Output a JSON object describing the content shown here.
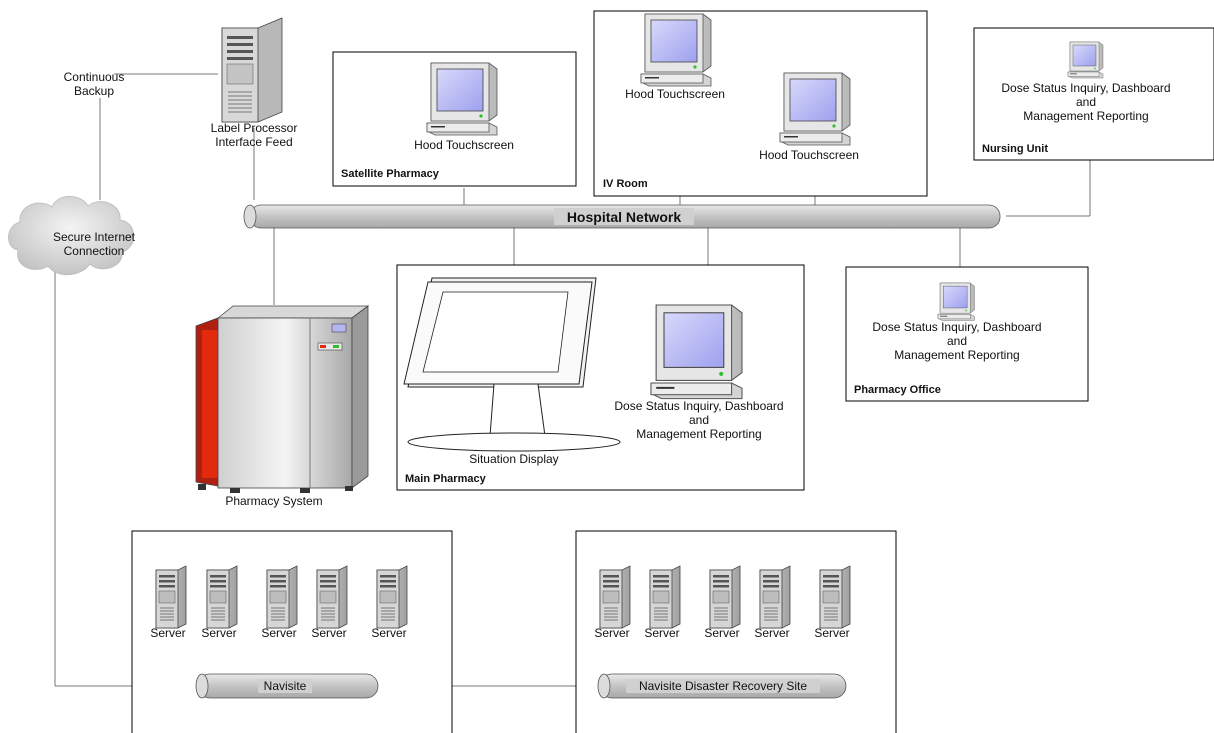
{
  "hospital_network": {
    "label": "Hospital Network"
  },
  "backup": {
    "line1": "Continuous",
    "line2": "Backup"
  },
  "label_processor": {
    "line1": "Label Processor",
    "line2": "Interface Feed"
  },
  "internet": {
    "line1": "Secure Internet",
    "line2": "Connection"
  },
  "satellite_pharmacy": {
    "title": "Satellite Pharmacy",
    "device_label": "Hood Touchscreen"
  },
  "iv_room": {
    "title": "IV Room",
    "device1_label": "Hood Touchscreen",
    "device2_label": "Hood Touchscreen"
  },
  "nursing_unit": {
    "title": "Nursing Unit",
    "line1": "Dose Status Inquiry, Dashboard",
    "line2": "and",
    "line3": "Management Reporting"
  },
  "pharmacy_office": {
    "title": "Pharmacy Office",
    "line1": "Dose Status Inquiry, Dashboard",
    "line2": "and",
    "line3": "Management Reporting"
  },
  "main_pharmacy": {
    "title": "Main Pharmacy",
    "situation_display": "Situation Display",
    "line1": "Dose Status Inquiry, Dashboard",
    "line2": "and",
    "line3": "Management Reporting"
  },
  "pharmacy_system": {
    "label": "Pharmacy System"
  },
  "navisite": {
    "label": "Navisite",
    "servers": [
      "Server",
      "Server",
      "Server",
      "Server",
      "Server"
    ]
  },
  "navisite_dr": {
    "label": "Navisite Disaster Recovery Site",
    "servers": [
      "Server",
      "Server",
      "Server",
      "Server",
      "Server"
    ]
  },
  "colors": {
    "pipe": "#c8c8c8",
    "monitor_screen": "#b4b6f4",
    "cabinet_red": "#e22a0f",
    "cloud": "#d6d6d6"
  }
}
